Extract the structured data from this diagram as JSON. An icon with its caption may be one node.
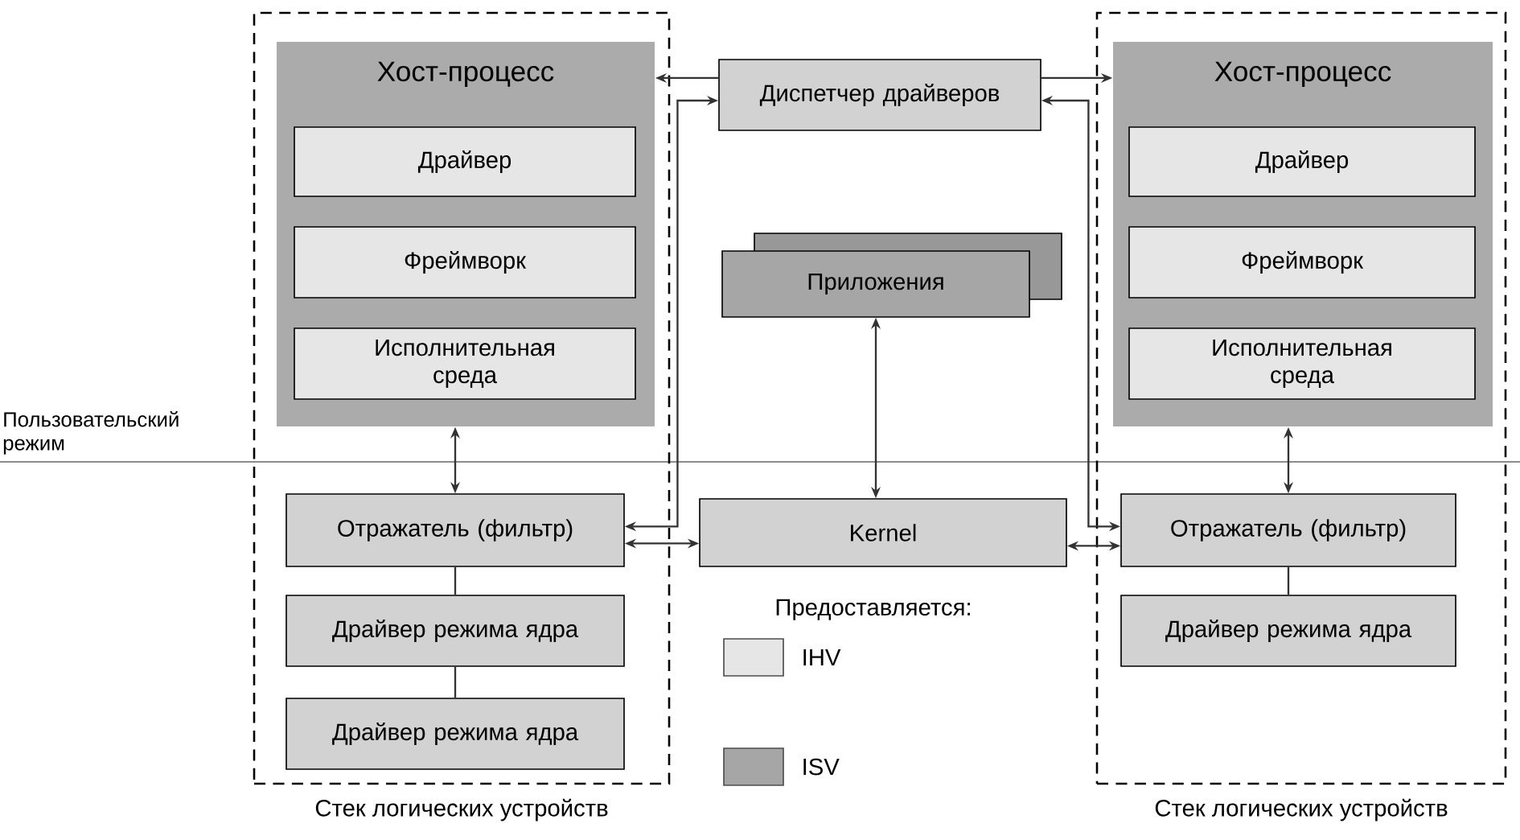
{
  "diagram": {
    "nodes": [
      {
        "text": [],
        "shape": "box",
        "beside": [
          "Стек логических устройств"
        ]
      },
      {
        "text": [
          "Хост-процесс"
        ],
        "in": 0
      },
      {
        "text": [
          "Драйвер"
        ],
        "in": 1
      },
      {
        "text": [
          "Фреймворк"
        ],
        "in": 1
      },
      {
        "text": [
          "Исполнительная среда"
        ],
        "in": 1
      },
      {
        "text": [
          "Отражатель (фильтр)"
        ],
        "in": 0
      },
      {
        "text": [
          "Драйвер режима ядра"
        ],
        "in": 0
      },
      {
        "text": [
          "Драйвер режима ядра"
        ],
        "in": 0
      },
      {
        "text": [
          "Диспетчер драйверов"
        ]
      },
      {
        "text": [
          "Приложения"
        ]
      },
      {
        "text": [
          "Kernel"
        ]
      },
      {
        "text": [],
        "shape": "box",
        "beside": [
          "Стек логических устройств"
        ]
      },
      {
        "text": [
          "Хост-процесс"
        ],
        "in": 11
      },
      {
        "text": [
          "Драйвер"
        ],
        "in": 12
      },
      {
        "text": [
          "Фреймворк"
        ],
        "in": 12
      },
      {
        "text": [
          "Исполнительная среда"
        ],
        "in": 12
      },
      {
        "text": [
          "Отражатель (фильтр)"
        ],
        "in": 11
      },
      {
        "text": [
          "Драйвер режима ядра"
        ],
        "in": 11
      }
    ],
    "edges": [
      {
        "from": 8,
        "to": 1,
        "arrow": "to"
      },
      {
        "from": 8,
        "to": 12,
        "arrow": "to"
      },
      {
        "from": 5,
        "to": 8,
        "arrow": "both"
      },
      {
        "from": 5,
        "to": 10,
        "arrow": "both"
      },
      {
        "from": 8,
        "to": 16,
        "arrow": "both"
      },
      {
        "from": 10,
        "to": 16,
        "arrow": "both"
      },
      {
        "from": 9,
        "to": 10,
        "arrow": "both"
      },
      {
        "from": 1,
        "to": 5,
        "arrow": "both"
      },
      {
        "from": 12,
        "to": 16,
        "arrow": "both"
      },
      {
        "from": 5,
        "to": 6,
        "arrow": "none"
      },
      {
        "from": 6,
        "to": 7,
        "arrow": "none"
      },
      {
        "from": 16,
        "to": 17,
        "arrow": "none"
      }
    ],
    "labels": [
      "Пользовательский режим",
      "Предоставляется:"
    ],
    "legend": [
      {
        "text": "IHV",
        "color": "#e6e6e6"
      },
      {
        "text": "ISV",
        "color": "#a6a6a6"
      }
    ]
  }
}
